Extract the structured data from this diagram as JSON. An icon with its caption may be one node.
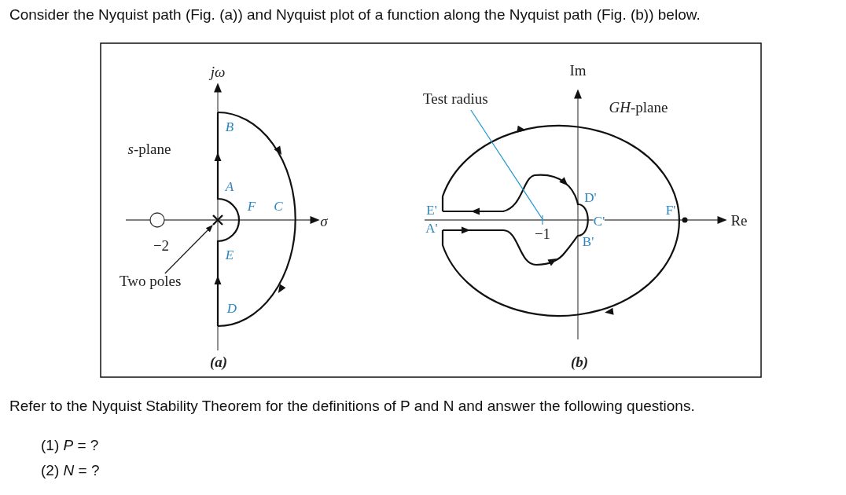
{
  "diagram": {
    "title": "Consider the Nyquist path (Fig. (a)) and Nyquist plot of a function along the Nyquist path (Fig. (b)) below.",
    "nodes": [
      {
        "text": [
          "Two poles"
        ]
      },
      {
        "text": [],
        "shape": "cross"
      },
      {
        "text": [
          "Test radius"
        ]
      }
    ],
    "edges": [
      {
        "from": 0,
        "to": 1,
        "arrow": "to"
      },
      {
        "from": 2,
        "to": null,
        "arrow": "none",
        "color": "#2a9ad0"
      }
    ],
    "labels": [
      "jω",
      "*s*-plane",
      "B",
      "A",
      "F",
      "C",
      "σ",
      "−2",
      "E",
      "D",
      "(a)",
      "Im",
      "*GH*-plane",
      "E'",
      "A'",
      "−1",
      "D'",
      "C'",
      "B'",
      "F'",
      "Re",
      "(b)",
      "Refer to the Nyquist Stability Theorem for the definitions of P and N and answer the following questions.",
      "(1) *P* = ?",
      "(2) *N* = ?"
    ]
  }
}
